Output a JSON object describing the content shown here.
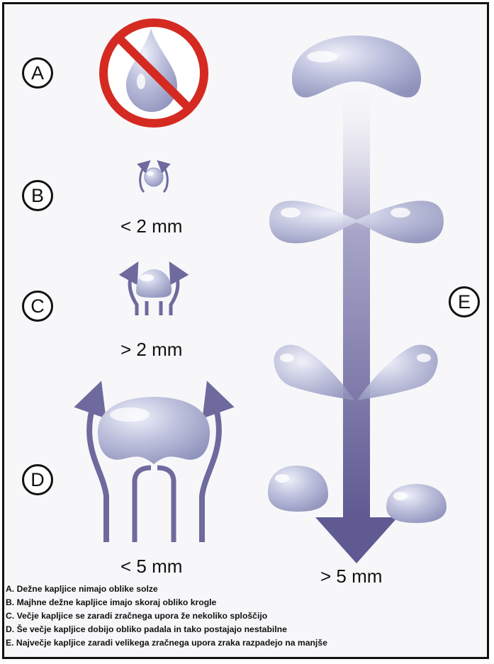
{
  "labels": {
    "a": "A",
    "b": "B",
    "c": "C",
    "d": "D",
    "e": "E"
  },
  "sizes": {
    "b": "< 2 mm",
    "c": "> 2 mm",
    "d": "< 5 mm",
    "e": "> 5 mm"
  },
  "legend": [
    "A. Dežne kapljice nimajo oblike solze",
    "B. Majhne dežne kapljice imajo skoraj obliko krogle",
    "C. Večje kapljice se zaradi zračnega upora že nekoliko sploščijo",
    "D. Še večje kapljice dobijo obliko padala in tako postajajo nestabilne",
    "E. Največje kapljice zaradi velikega zračnega upora zraka razpadejo na manjše"
  ],
  "colors": {
    "drop": "#a9acd0",
    "arrow": "#6e6a9e",
    "prohibition": "#d42a22",
    "border": "#111111"
  }
}
